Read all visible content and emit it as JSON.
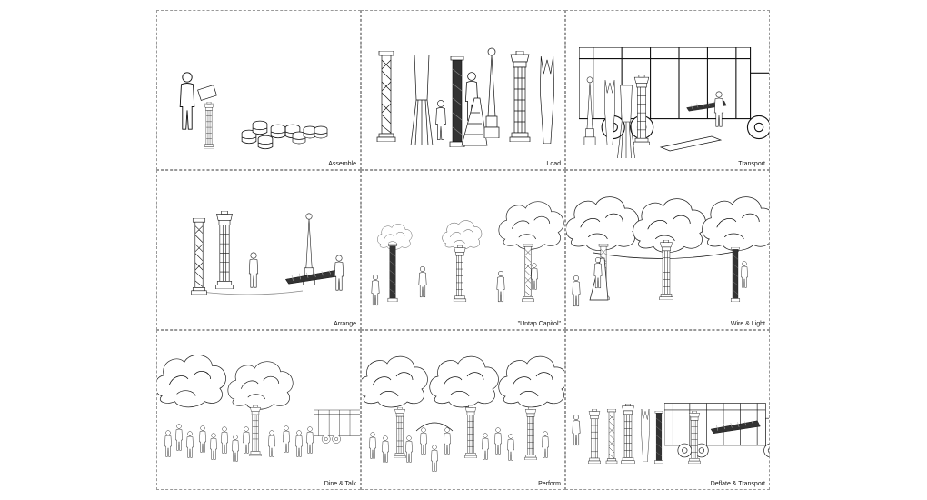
{
  "panels": [
    {
      "id": "assemble",
      "caption": "Assemble"
    },
    {
      "id": "load",
      "caption": "Load"
    },
    {
      "id": "transport",
      "caption": "Transport"
    },
    {
      "id": "arrange",
      "caption": "Arrange"
    },
    {
      "id": "untap-capitol",
      "caption": "\"Untap Capitol\""
    },
    {
      "id": "wire-light",
      "caption": "Wire & Light"
    },
    {
      "id": "dine-talk",
      "caption": "Dine & Talk"
    },
    {
      "id": "perform",
      "caption": "Perform"
    },
    {
      "id": "deflate-transport",
      "caption": "Deflate & Transport"
    }
  ],
  "icons": {
    "person": "person-figure-icon",
    "column": "column-icon",
    "tree": "tree-canopy-icon",
    "truck": "truck-icon"
  }
}
